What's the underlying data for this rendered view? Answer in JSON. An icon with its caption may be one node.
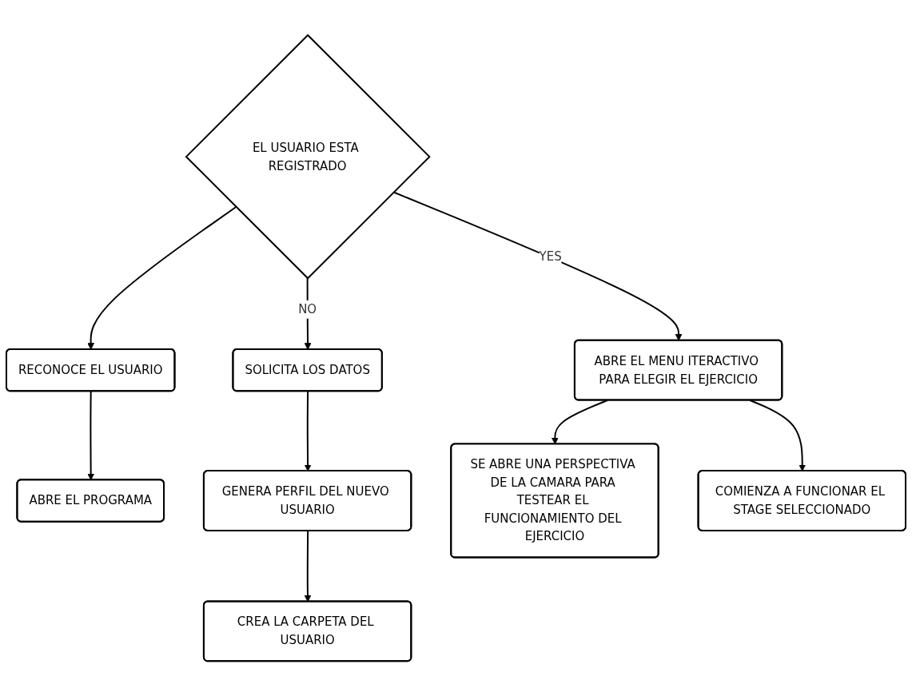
{
  "diagram": {
    "nodes": [
      {
        "text": [
          "CREA LA CARPETA DEL USUARIO"
        ]
      },
      {
        "text": [
          "ABRE EL PROGRAMA"
        ]
      },
      {
        "text": [
          "EL USUARIO ESTA REGISTRADO"
        ]
      },
      {
        "text": [
          "GENERA PERFIL DEL NUEVO USUARIO"
        ]
      },
      {
        "text": [
          "RECONOCE EL USUARIO"
        ]
      },
      {
        "text": [
          "SOLICITA LOS DATOS"
        ]
      },
      {
        "text": [
          "ABRE EL MENU ITERACTIVO PARA ELEGIR EL EJERCICIO"
        ]
      },
      {
        "text": [
          "SE ABRE UNA PERSPECTIVA DE LA CAMARA PARA TESTEAR EL FUNCIONAMIENTO DEL EJERCICIO"
        ]
      },
      {
        "text": [
          "COMIENZA A FUNCIONAR EL STAGE SELECCIONADO"
        ]
      }
    ],
    "edges": [
      {
        "from": 2,
        "to": 4,
        "arrow": "to"
      },
      {
        "from": 4,
        "to": 1,
        "arrow": "to"
      },
      {
        "from": 2,
        "to": 5,
        "arrow": "to",
        "label": "NO"
      },
      {
        "from": 5,
        "to": 3,
        "arrow": "to"
      },
      {
        "from": 3,
        "to": 0,
        "arrow": "to"
      },
      {
        "from": 2,
        "to": 6,
        "arrow": "to",
        "label": "YES"
      },
      {
        "from": 6,
        "to": 7,
        "arrow": "to"
      },
      {
        "from": 6,
        "to": 8,
        "arrow": "to"
      }
    ]
  }
}
